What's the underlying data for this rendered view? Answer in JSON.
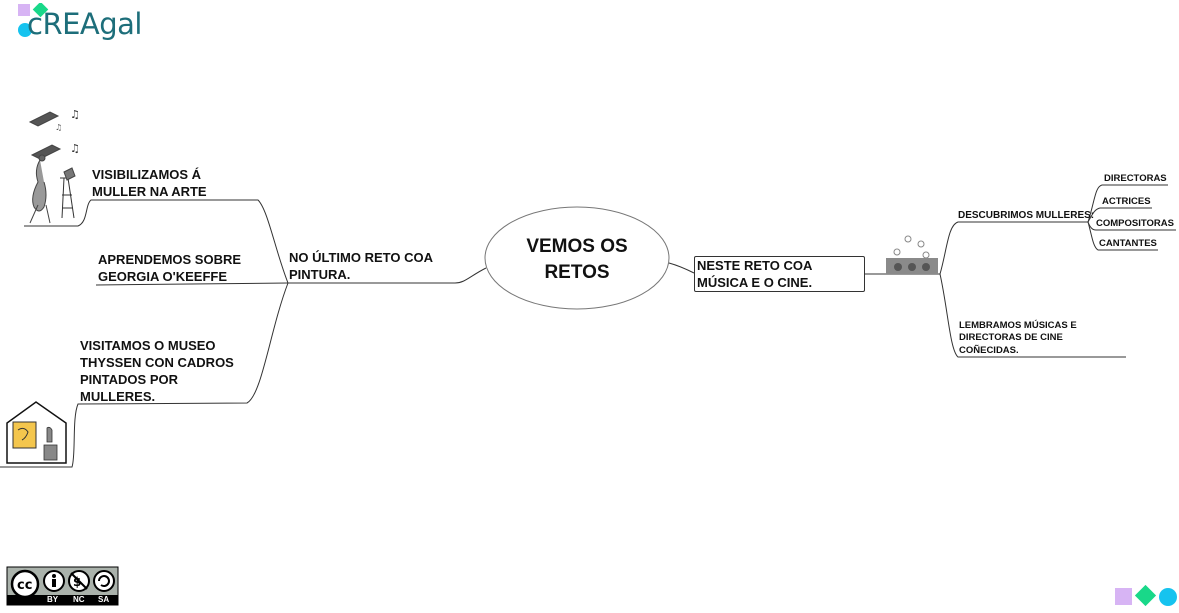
{
  "brand": {
    "logo_text": "cREAgal",
    "colors": {
      "purple": "#d7b4f4",
      "green": "#19d889",
      "cyan": "#16c3ef",
      "text": "#1d6e7a"
    }
  },
  "center": {
    "title": "VEMOS OS\nRETOS"
  },
  "left": {
    "hub": "NO ÚLTIMO RETO COA\nPINTURA.",
    "branches": [
      {
        "label": "VISIBILIZAMOS Á\nMULLER NA ARTE",
        "icon": "dancer-violin-icon"
      },
      {
        "label": "APRENDEMOS SOBRE\nGEORGIA O'KEEFFE"
      },
      {
        "label": "VISITAMOS O MUSEO\nTHYSSEN CON CADROS\nPINTADOS POR\nMULLERES.",
        "icon": "museum-icon"
      }
    ]
  },
  "right": {
    "hub": "NESTE RETO COA\nMÚSICA E O CINE.",
    "hub_icon": "cinema-music-icon",
    "branches": [
      {
        "label": "DESCUBRIMOS MULLERES:",
        "children": [
          "DIRECTORAS",
          "ACTRICES",
          "COMPOSITORAS",
          "CANTANTES"
        ]
      },
      {
        "label": "LEMBRAMOS MÚSICAS E\nDIRECTORAS DE CINE\nCOÑECIDAS."
      }
    ]
  },
  "license": {
    "badge": "cc-by-nc-sa-icon",
    "terms": [
      "BY",
      "NC",
      "SA"
    ]
  }
}
